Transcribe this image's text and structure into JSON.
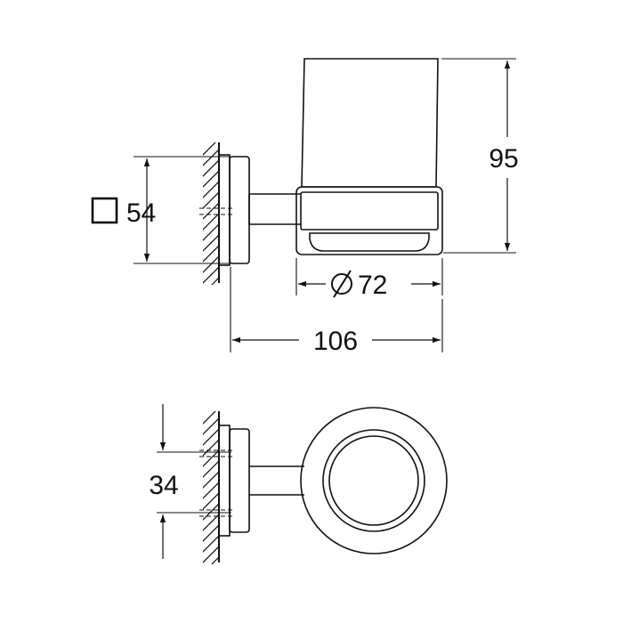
{
  "diagram": {
    "colors": {
      "line": "#111111",
      "background": "#ffffff"
    },
    "dimensions": {
      "square_side": "54",
      "height": "95",
      "cup_diameter": "72",
      "total_depth": "106",
      "fixing_distance": "34"
    }
  }
}
